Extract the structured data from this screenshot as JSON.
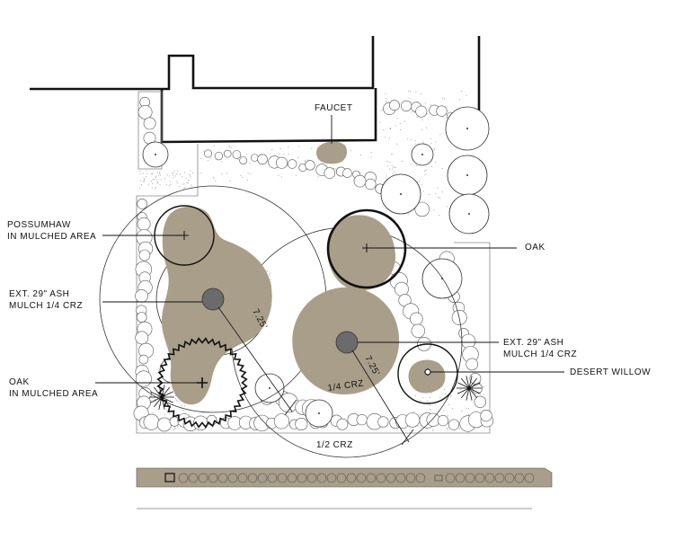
{
  "labels": {
    "faucet": "FAUCET",
    "possumhaw": [
      "POSSUMHAW",
      "IN MULCHED AREA"
    ],
    "ash_left": [
      "EXT. 29\" ASH",
      "MULCH 1/4 CRZ"
    ],
    "oak_left": [
      "OAK",
      "IN MULCHED AREA"
    ],
    "oak_right": "OAK",
    "ash_right": [
      "EXT. 29\" ASH",
      "MULCH 1/4 CRZ"
    ],
    "desert_willow": "DESERT WILLOW",
    "crz_quarter": "1/4 CRZ",
    "crz_half": "1/2 CRZ",
    "radius_left": "7.25'",
    "radius_right": "7.25'"
  },
  "colors": {
    "mulch": "#a99e89",
    "trunk": "#6b6b6b",
    "line": "#111111",
    "shrub": "#555555",
    "gravel": "#9a9a9a"
  }
}
